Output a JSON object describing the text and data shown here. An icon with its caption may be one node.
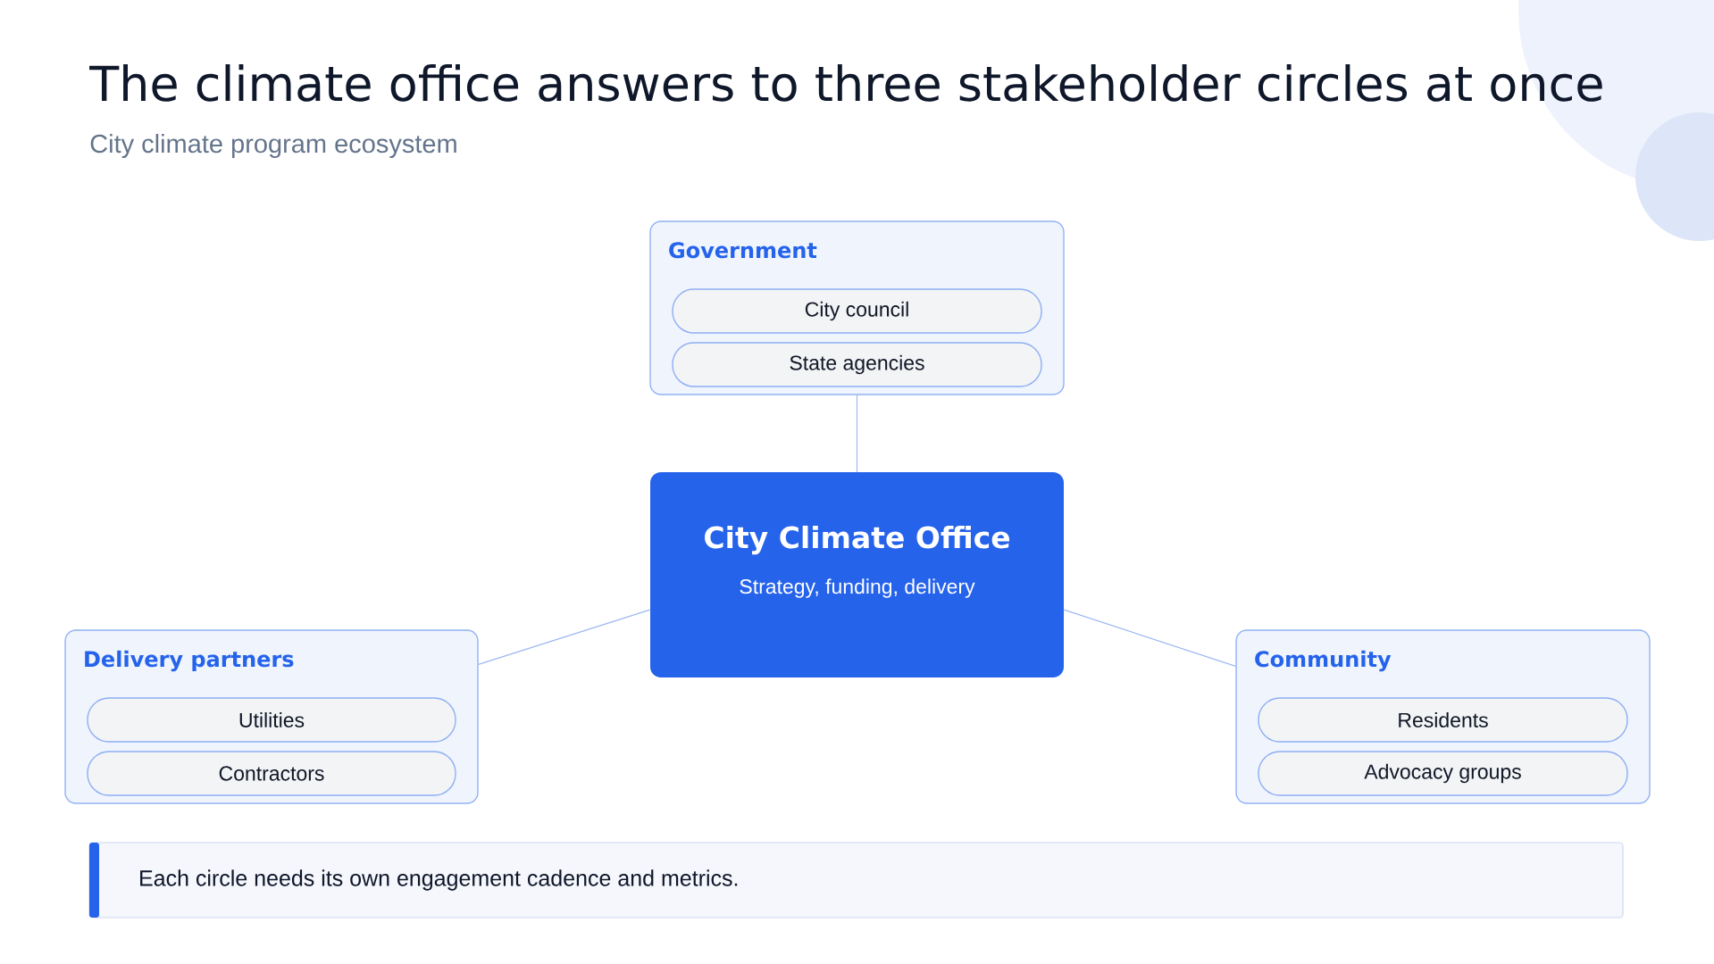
{
  "diagram": {
    "title": "The climate office answers to three stakeholder circles at once",
    "nodes": [
      {
        "text": [
          "Government"
        ]
      },
      {
        "text": [
          "City council"
        ],
        "in": 0
      },
      {
        "text": [
          "State agencies"
        ],
        "in": 0
      },
      {
        "text": [
          "City Climate Office",
          "Strategy, funding, delivery"
        ]
      },
      {
        "text": [
          "Delivery partners"
        ]
      },
      {
        "text": [
          "Utilities"
        ],
        "in": 4
      },
      {
        "text": [
          "Contractors"
        ],
        "in": 4
      },
      {
        "text": [
          "Community"
        ]
      },
      {
        "text": [
          "Residents"
        ],
        "in": 7
      },
      {
        "text": [
          "Advocacy groups"
        ],
        "in": 7
      },
      {
        "text": [
          "Each circle needs its own engagement cadence and metrics."
        ]
      }
    ],
    "edges": [
      {
        "from": 0,
        "to": 3,
        "arrow": "none"
      },
      {
        "from": 3,
        "to": 4,
        "arrow": "none"
      },
      {
        "from": 3,
        "to": 7,
        "arrow": "none"
      }
    ],
    "labels": [
      "City climate program ecosystem"
    ]
  }
}
